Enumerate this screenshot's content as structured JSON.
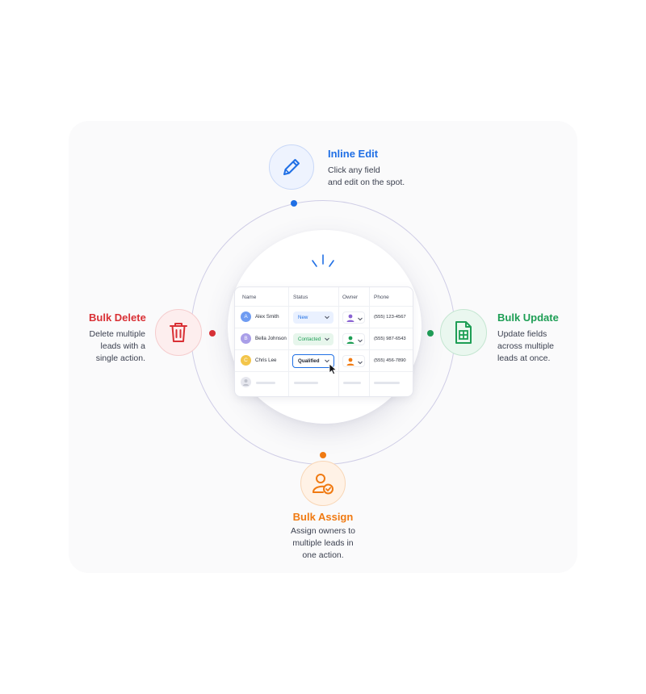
{
  "colors": {
    "blue": "#1f6fe5",
    "red": "#d93035",
    "green": "#1e9e55",
    "orange": "#f07a12",
    "ring": "#cfcde6",
    "text_dark": "#3c4150"
  },
  "features": {
    "inline_edit": {
      "icon": "pencil-icon",
      "title": "Inline Edit",
      "desc": [
        "Click any field",
        "and edit on the spot."
      ]
    },
    "bulk_delete": {
      "icon": "trash-icon",
      "title": "Bulk Delete",
      "desc": [
        "Delete multiple",
        "leads with a",
        "single action."
      ]
    },
    "bulk_update": {
      "icon": "spreadsheet-icon",
      "title": "Bulk Update",
      "desc": [
        "Update fields",
        "across multiple",
        "leads at once."
      ]
    },
    "bulk_assign": {
      "icon": "user-check-icon",
      "title": "Bulk Assign",
      "desc": [
        "Assign owners to",
        "multiple leads in",
        "one action."
      ]
    }
  },
  "table": {
    "headers": {
      "name": "Name",
      "status": "Status",
      "owner": "Owner",
      "phone": "Phone"
    },
    "rows": [
      {
        "initial": "A",
        "name": "Alex Smith",
        "status": "New",
        "phone": "(555) 123-4567",
        "avatar_color": "#6f9cf2",
        "status_color": "#1f6fe5",
        "status_bg": "#eaf1ff",
        "owner_color": "#8a63d2"
      },
      {
        "initial": "B",
        "name": "Bella Johnson",
        "status": "Contacted",
        "phone": "(555) 987-6543",
        "avatar_color": "#a99ee8",
        "status_color": "#1e9e55",
        "status_bg": "#e7f6ec",
        "owner_color": "#1e9e55"
      },
      {
        "initial": "C",
        "name": "Chris Lee",
        "status": "Qualified",
        "phone": "(555) 456-7890",
        "avatar_color": "#f3c54a",
        "status_color": "#1b1f2b",
        "status_bg": "#ffffff",
        "owner_color": "#f07a12"
      }
    ]
  }
}
